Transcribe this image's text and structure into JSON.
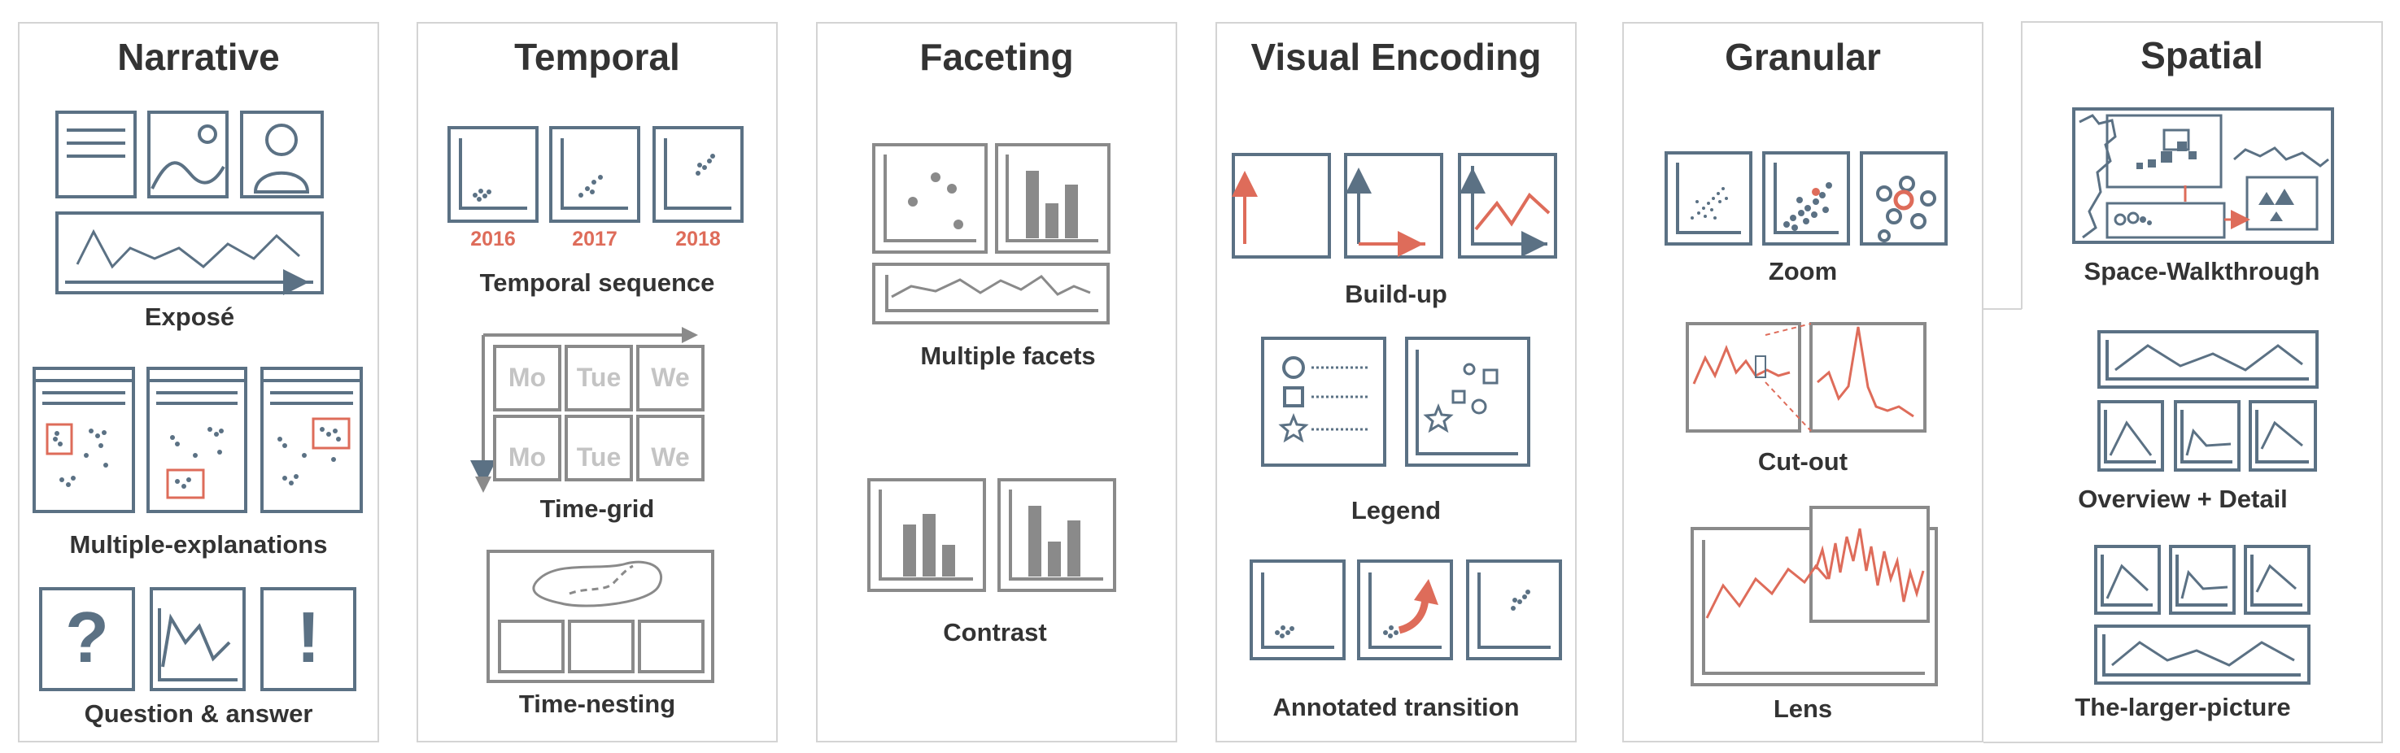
{
  "colors": {
    "slate": "#5b7184",
    "accent": "#de6c5a",
    "gray": "#8a8a8a",
    "border": "#d4d4d4",
    "day_gray": "#c4c4c4",
    "text": "#333333"
  },
  "categories": [
    {
      "title": "Narrative",
      "patterns": [
        "Exposé",
        "Multiple-explanations",
        "Question & answer"
      ],
      "glyphs": [
        "?",
        "!"
      ]
    },
    {
      "title": "Temporal",
      "years": [
        "2016",
        "2017",
        "2018"
      ],
      "days": [
        "Mo",
        "Tue",
        "We",
        "Mo",
        "Tue",
        "We"
      ],
      "patterns": [
        "Temporal sequence",
        "Time-grid",
        "Time-nesting"
      ]
    },
    {
      "title": "Faceting",
      "patterns": [
        "Multiple facets",
        "Contrast"
      ]
    },
    {
      "title": "Visual Encoding",
      "patterns": [
        "Build-up",
        "Legend",
        "Annotated transition"
      ]
    },
    {
      "title": "Granular",
      "patterns": [
        "Zoom",
        "Cut-out",
        "Lens"
      ]
    },
    {
      "title": "Spatial",
      "patterns": [
        "Space-Walkthrough",
        "Overview + Detail",
        "The-larger-picture"
      ]
    }
  ]
}
